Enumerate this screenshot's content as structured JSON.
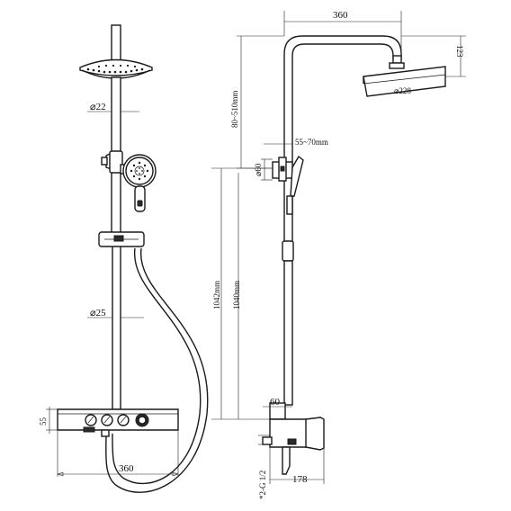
{
  "front_view": {
    "dia_22": "⌀22",
    "dia_25": "⌀25",
    "height_55": "55",
    "width_360": "360"
  },
  "side_view": {
    "width_360": "360",
    "height_123": "123",
    "dia_228": "⌀228",
    "arm_80_510": "80~510mm",
    "adj_55_70": "55~70mm",
    "dia_60": "⌀60",
    "h_1042": "1042mm",
    "h_1040": "1040mm",
    "wall_60": "60",
    "depth_178": "178",
    "thread": "*2-G 1/2"
  }
}
